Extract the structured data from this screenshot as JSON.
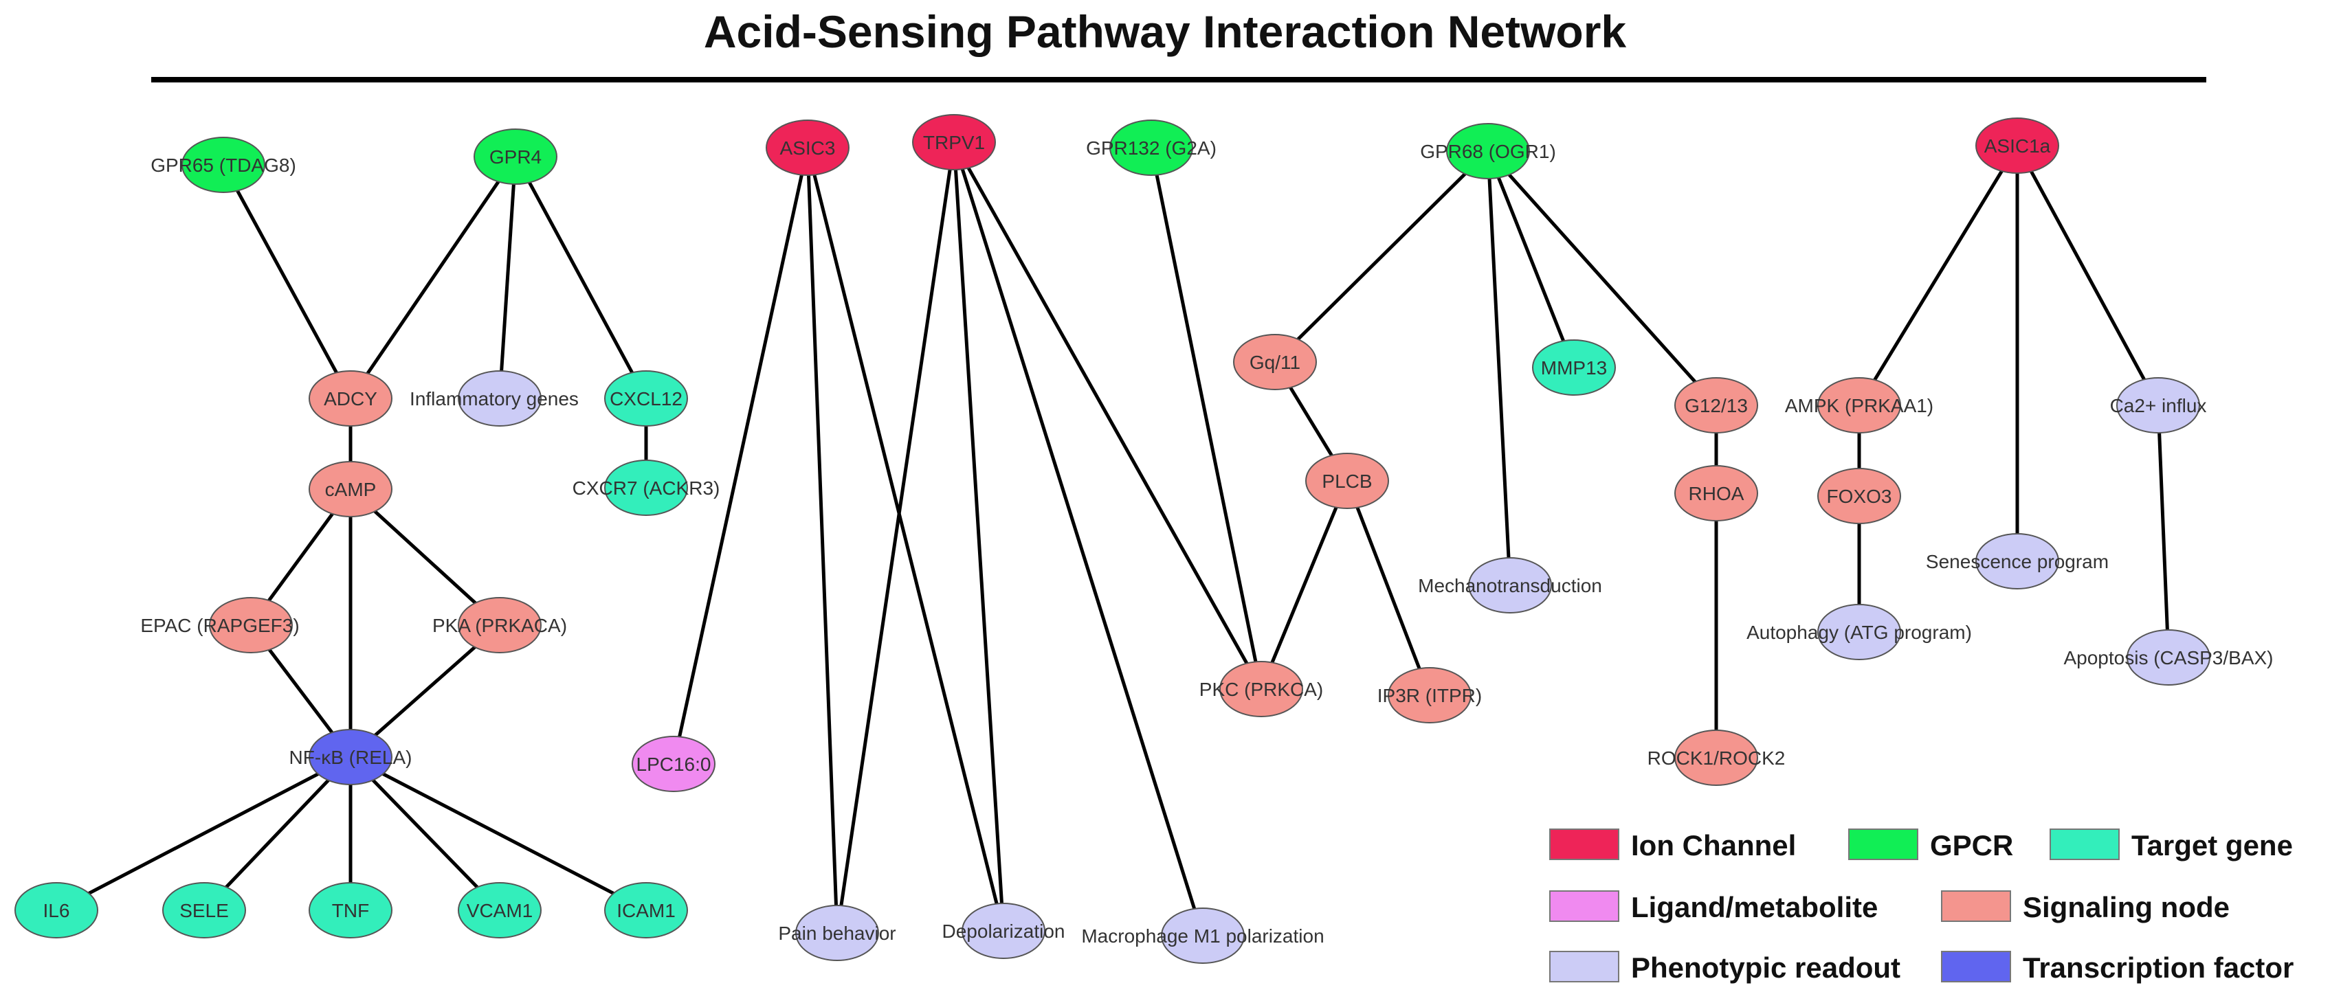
{
  "title": "Acid-Sensing Pathway Interaction Network",
  "categories": {
    "ion": {
      "label": "Ion Channel",
      "color": "#ee2458"
    },
    "gpcr": {
      "label": "GPCR",
      "color": "#11ee55"
    },
    "target": {
      "label": "Target gene",
      "color": "#33eebb"
    },
    "ligand": {
      "label": "Ligand/metabolite",
      "color": "#f08af0"
    },
    "signal": {
      "label": "Signaling node",
      "color": "#f4958e"
    },
    "pheno": {
      "label": "Phenotypic readout",
      "color": "#ccccf6"
    },
    "tf": {
      "label": "Transcription factor",
      "color": "#6065ef"
    }
  },
  "legend_order": [
    "ion",
    "gpcr",
    "target",
    "ligand",
    "signal",
    "pheno",
    "tf"
  ],
  "nodes": [
    {
      "id": "gpr65",
      "label": "GPR65 (TDAG8)",
      "category": "gpcr"
    },
    {
      "id": "gpr4",
      "label": "GPR4",
      "category": "gpcr"
    },
    {
      "id": "asic3",
      "label": "ASIC3",
      "category": "ion"
    },
    {
      "id": "trpv1",
      "label": "TRPV1",
      "category": "ion"
    },
    {
      "id": "gpr132",
      "label": "GPR132 (G2A)",
      "category": "gpcr"
    },
    {
      "id": "gpr68",
      "label": "GPR68 (OGR1)",
      "category": "gpcr"
    },
    {
      "id": "asic1a",
      "label": "ASIC1a",
      "category": "ion"
    },
    {
      "id": "adcy",
      "label": "ADCY",
      "category": "signal"
    },
    {
      "id": "inflam",
      "label": "Inflammatory genes",
      "category": "pheno"
    },
    {
      "id": "cxcl12",
      "label": "CXCL12",
      "category": "target"
    },
    {
      "id": "cxcr7",
      "label": "CXCR7 (ACKR3)",
      "category": "target"
    },
    {
      "id": "camp",
      "label": "cAMP",
      "category": "signal"
    },
    {
      "id": "epac",
      "label": "EPAC (RAPGEF3)",
      "category": "signal"
    },
    {
      "id": "pka",
      "label": "PKA (PRKACA)",
      "category": "signal"
    },
    {
      "id": "nfkb",
      "label": "NF-κB (RELA)",
      "category": "tf"
    },
    {
      "id": "il6",
      "label": "IL6",
      "category": "target"
    },
    {
      "id": "sele",
      "label": "SELE",
      "category": "target"
    },
    {
      "id": "tnf",
      "label": "TNF",
      "category": "target"
    },
    {
      "id": "vcam1",
      "label": "VCAM1",
      "category": "target"
    },
    {
      "id": "icam1",
      "label": "ICAM1",
      "category": "target"
    },
    {
      "id": "lpc",
      "label": "LPC16:0",
      "category": "ligand"
    },
    {
      "id": "pain",
      "label": "Pain behavior",
      "category": "pheno"
    },
    {
      "id": "depol",
      "label": "Depolarization",
      "category": "pheno"
    },
    {
      "id": "m1",
      "label": "Macrophage M1 polarization",
      "category": "pheno"
    },
    {
      "id": "gq11",
      "label": "Gq/11",
      "category": "signal"
    },
    {
      "id": "plcb",
      "label": "PLCB",
      "category": "signal"
    },
    {
      "id": "pkc",
      "label": "PKC (PRKCA)",
      "category": "signal"
    },
    {
      "id": "ip3r",
      "label": "IP3R (ITPR)",
      "category": "signal"
    },
    {
      "id": "mmp13",
      "label": "MMP13",
      "category": "target"
    },
    {
      "id": "mechano",
      "label": "Mechanotransduction",
      "category": "pheno"
    },
    {
      "id": "g1213",
      "label": "G12/13",
      "category": "signal"
    },
    {
      "id": "rhoa",
      "label": "RHOA",
      "category": "signal"
    },
    {
      "id": "rock",
      "label": "ROCK1/ROCK2",
      "category": "signal"
    },
    {
      "id": "ampk",
      "label": "AMPK (PRKAA1)",
      "category": "signal"
    },
    {
      "id": "foxo3",
      "label": "FOXO3",
      "category": "signal"
    },
    {
      "id": "autophagy",
      "label": "Autophagy (ATG program)",
      "category": "pheno"
    },
    {
      "id": "senescence",
      "label": "Senescence program",
      "category": "pheno"
    },
    {
      "id": "ca",
      "label": "Ca2+ influx",
      "category": "pheno"
    },
    {
      "id": "apoptosis",
      "label": "Apoptosis (CASP3/BAX)",
      "category": "pheno"
    }
  ],
  "edges": [
    [
      "gpr65",
      "adcy"
    ],
    [
      "gpr4",
      "adcy"
    ],
    [
      "gpr4",
      "inflam"
    ],
    [
      "gpr4",
      "cxcl12"
    ],
    [
      "cxcl12",
      "cxcr7"
    ],
    [
      "adcy",
      "camp"
    ],
    [
      "camp",
      "epac"
    ],
    [
      "camp",
      "pka"
    ],
    [
      "camp",
      "nfkb"
    ],
    [
      "epac",
      "nfkb"
    ],
    [
      "pka",
      "nfkb"
    ],
    [
      "nfkb",
      "il6"
    ],
    [
      "nfkb",
      "sele"
    ],
    [
      "nfkb",
      "tnf"
    ],
    [
      "nfkb",
      "vcam1"
    ],
    [
      "nfkb",
      "icam1"
    ],
    [
      "asic3",
      "lpc"
    ],
    [
      "asic3",
      "pain"
    ],
    [
      "asic3",
      "depol"
    ],
    [
      "trpv1",
      "pain"
    ],
    [
      "trpv1",
      "depol"
    ],
    [
      "trpv1",
      "m1"
    ],
    [
      "trpv1",
      "pkc"
    ],
    [
      "gpr132",
      "pkc"
    ],
    [
      "gpr68",
      "gq11"
    ],
    [
      "gpr68",
      "mechano"
    ],
    [
      "gpr68",
      "mmp13"
    ],
    [
      "gpr68",
      "g1213"
    ],
    [
      "gq11",
      "plcb"
    ],
    [
      "plcb",
      "pkc"
    ],
    [
      "plcb",
      "ip3r"
    ],
    [
      "g1213",
      "rhoa"
    ],
    [
      "rhoa",
      "rock"
    ],
    [
      "asic1a",
      "ampk"
    ],
    [
      "asic1a",
      "senescence"
    ],
    [
      "asic1a",
      "ca"
    ],
    [
      "ampk",
      "foxo3"
    ],
    [
      "foxo3",
      "autophagy"
    ],
    [
      "ca",
      "apoptosis"
    ]
  ]
}
